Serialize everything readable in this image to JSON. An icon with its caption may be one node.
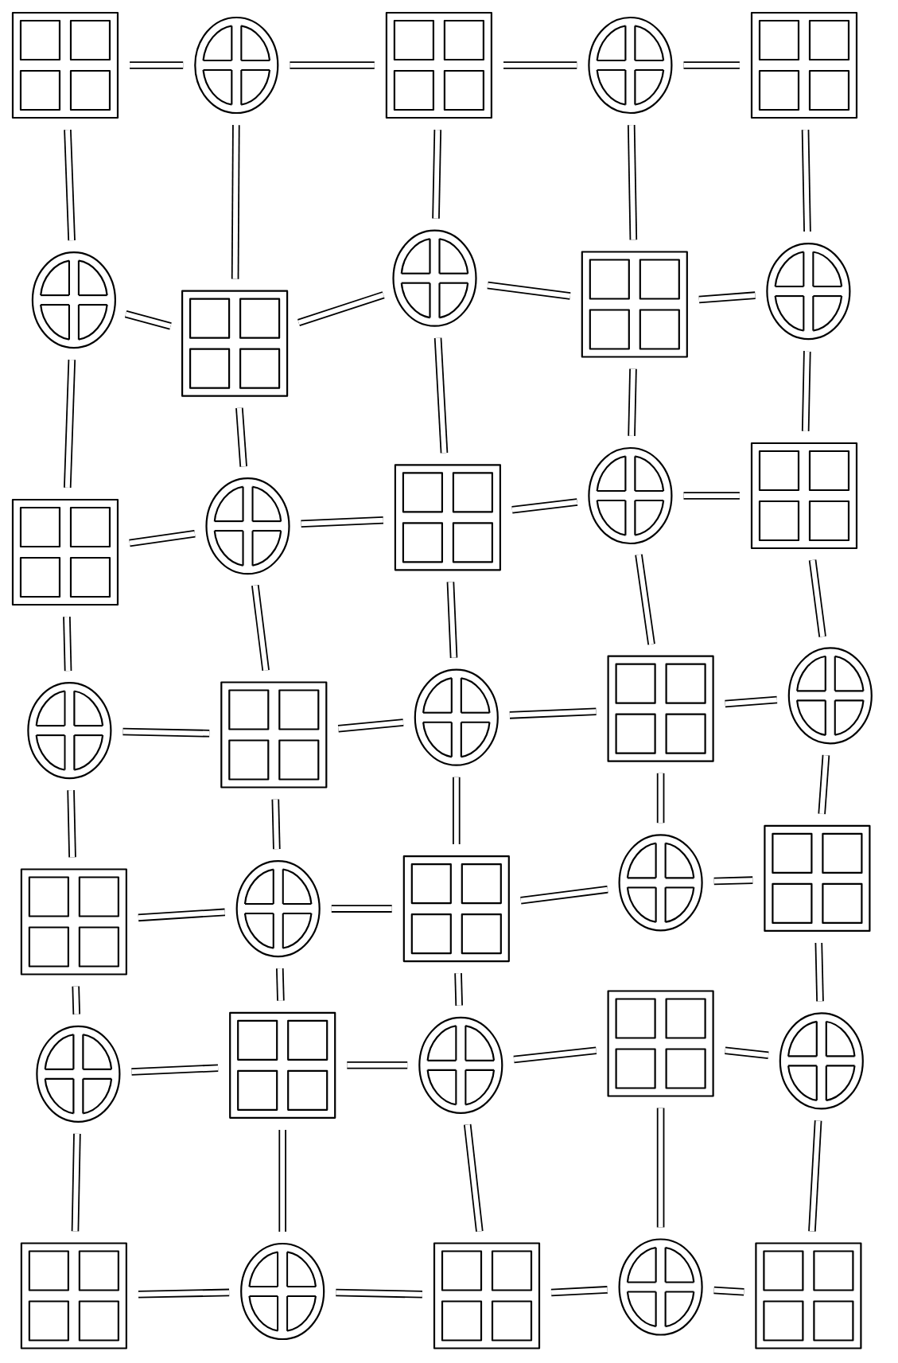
{
  "diagram": {
    "nodes": [
      {
        "text": [],
        "shape": "box"
      },
      {
        "text": [],
        "shape": "circle"
      },
      {
        "text": [],
        "shape": "box"
      },
      {
        "text": [],
        "shape": "circle"
      },
      {
        "text": [],
        "shape": "box"
      },
      {
        "text": [],
        "shape": "circle"
      },
      {
        "text": [],
        "shape": "box"
      },
      {
        "text": [],
        "shape": "circle"
      },
      {
        "text": [],
        "shape": "box"
      },
      {
        "text": [],
        "shape": "circle"
      },
      {
        "text": [],
        "shape": "box"
      },
      {
        "text": [],
        "shape": "circle"
      },
      {
        "text": [],
        "shape": "box"
      },
      {
        "text": [],
        "shape": "circle"
      },
      {
        "text": [],
        "shape": "box"
      },
      {
        "text": [],
        "shape": "circle"
      },
      {
        "text": [],
        "shape": "box"
      },
      {
        "text": [],
        "shape": "circle"
      },
      {
        "text": [],
        "shape": "box"
      },
      {
        "text": [],
        "shape": "circle"
      },
      {
        "text": [],
        "shape": "box"
      },
      {
        "text": [],
        "shape": "circle"
      },
      {
        "text": [],
        "shape": "box"
      },
      {
        "text": [],
        "shape": "circle"
      },
      {
        "text": [],
        "shape": "box"
      },
      {
        "text": [],
        "shape": "circle"
      },
      {
        "text": [],
        "shape": "box"
      },
      {
        "text": [],
        "shape": "circle"
      },
      {
        "text": [],
        "shape": "box"
      },
      {
        "text": [],
        "shape": "circle"
      },
      {
        "text": [],
        "shape": "box"
      },
      {
        "text": [],
        "shape": "circle"
      },
      {
        "text": [],
        "shape": "box"
      },
      {
        "text": [],
        "shape": "circle"
      },
      {
        "text": [],
        "shape": "box"
      }
    ],
    "edges": [
      {
        "from": 0,
        "to": 1,
        "arrow": "none"
      },
      {
        "from": 1,
        "to": 2,
        "arrow": "none"
      },
      {
        "from": 2,
        "to": 3,
        "arrow": "none"
      },
      {
        "from": 3,
        "to": 4,
        "arrow": "none"
      },
      {
        "from": 0,
        "to": 5,
        "arrow": "none"
      },
      {
        "from": 1,
        "to": 6,
        "arrow": "none"
      },
      {
        "from": 2,
        "to": 7,
        "arrow": "none"
      },
      {
        "from": 3,
        "to": 8,
        "arrow": "none"
      },
      {
        "from": 4,
        "to": 9,
        "arrow": "none"
      },
      {
        "from": 5,
        "to": 6,
        "arrow": "none"
      },
      {
        "from": 6,
        "to": 7,
        "arrow": "none"
      },
      {
        "from": 7,
        "to": 8,
        "arrow": "none"
      },
      {
        "from": 8,
        "to": 9,
        "arrow": "none"
      },
      {
        "from": 5,
        "to": 10,
        "arrow": "none"
      },
      {
        "from": 6,
        "to": 11,
        "arrow": "none"
      },
      {
        "from": 7,
        "to": 12,
        "arrow": "none"
      },
      {
        "from": 8,
        "to": 13,
        "arrow": "none"
      },
      {
        "from": 9,
        "to": 14,
        "arrow": "none"
      },
      {
        "from": 10,
        "to": 11,
        "arrow": "none"
      },
      {
        "from": 11,
        "to": 12,
        "arrow": "none"
      },
      {
        "from": 12,
        "to": 13,
        "arrow": "none"
      },
      {
        "from": 13,
        "to": 14,
        "arrow": "none"
      },
      {
        "from": 10,
        "to": 15,
        "arrow": "none"
      },
      {
        "from": 11,
        "to": 16,
        "arrow": "none"
      },
      {
        "from": 12,
        "to": 17,
        "arrow": "none"
      },
      {
        "from": 13,
        "to": 18,
        "arrow": "none"
      },
      {
        "from": 14,
        "to": 19,
        "arrow": "none"
      },
      {
        "from": 15,
        "to": 16,
        "arrow": "none"
      },
      {
        "from": 16,
        "to": 17,
        "arrow": "none"
      },
      {
        "from": 17,
        "to": 18,
        "arrow": "none"
      },
      {
        "from": 18,
        "to": 19,
        "arrow": "none"
      },
      {
        "from": 15,
        "to": 20,
        "arrow": "none"
      },
      {
        "from": 16,
        "to": 21,
        "arrow": "none"
      },
      {
        "from": 17,
        "to": 22,
        "arrow": "none"
      },
      {
        "from": 18,
        "to": 23,
        "arrow": "none"
      },
      {
        "from": 19,
        "to": 24,
        "arrow": "none"
      },
      {
        "from": 20,
        "to": 21,
        "arrow": "none"
      },
      {
        "from": 21,
        "to": 22,
        "arrow": "none"
      },
      {
        "from": 22,
        "to": 23,
        "arrow": "none"
      },
      {
        "from": 23,
        "to": 24,
        "arrow": "none"
      },
      {
        "from": 20,
        "to": 25,
        "arrow": "none"
      },
      {
        "from": 21,
        "to": 26,
        "arrow": "none"
      },
      {
        "from": 22,
        "to": 27,
        "arrow": "none"
      },
      {
        "from": 24,
        "to": 29,
        "arrow": "none"
      },
      {
        "from": 25,
        "to": 26,
        "arrow": "none"
      },
      {
        "from": 26,
        "to": 27,
        "arrow": "none"
      },
      {
        "from": 27,
        "to": 28,
        "arrow": "none"
      },
      {
        "from": 28,
        "to": 29,
        "arrow": "none"
      },
      {
        "from": 25,
        "to": 30,
        "arrow": "none"
      },
      {
        "from": 26,
        "to": 31,
        "arrow": "none"
      },
      {
        "from": 27,
        "to": 32,
        "arrow": "none"
      },
      {
        "from": 28,
        "to": 33,
        "arrow": "none"
      },
      {
        "from": 29,
        "to": 34,
        "arrow": "none"
      },
      {
        "from": 30,
        "to": 31,
        "arrow": "none"
      },
      {
        "from": 31,
        "to": 32,
        "arrow": "none"
      },
      {
        "from": 32,
        "to": 33,
        "arrow": "none"
      },
      {
        "from": 33,
        "to": 34,
        "arrow": "none"
      }
    ]
  }
}
